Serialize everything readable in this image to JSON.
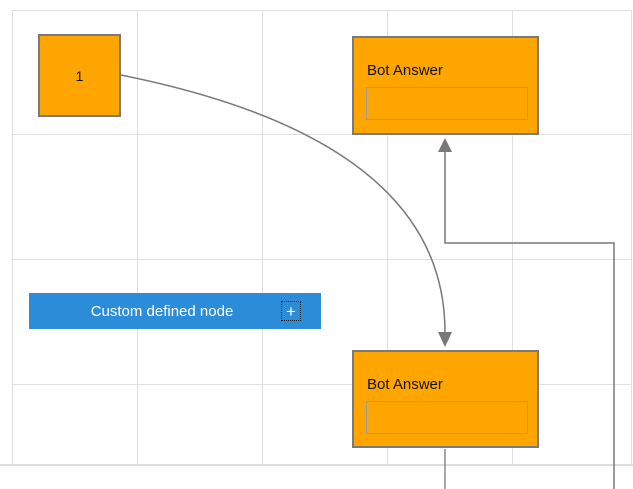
{
  "canvas": {
    "grid_color": "#E0E0E0",
    "background": "#FFFFFF"
  },
  "nodes": {
    "node1": {
      "label": "1",
      "fill": "#FFA500",
      "border": "#7A7A7A"
    },
    "bot_answer_top": {
      "label": "Bot Answer",
      "fill": "#FFA500",
      "border": "#7A7A7A",
      "field_value": "",
      "field_border": "#9B9B9B"
    },
    "bot_answer_bottom": {
      "label": "Bot Answer",
      "fill": "#FFA500",
      "border": "#7A7A7A",
      "field_value": "",
      "field_border": "#9B9B9B"
    },
    "custom": {
      "label": "Custom defined node",
      "fill": "#2D8CD7",
      "text_color": "#FFFFFF",
      "icon": "plus-icon",
      "icon_glyph": "+"
    }
  },
  "connectors": {
    "color": "#787878",
    "curve_from": "node1",
    "curve_to": "bot_answer_bottom",
    "orthogonal_from": "bot_answer_bottom",
    "orthogonal_to": "bot_answer_top"
  }
}
